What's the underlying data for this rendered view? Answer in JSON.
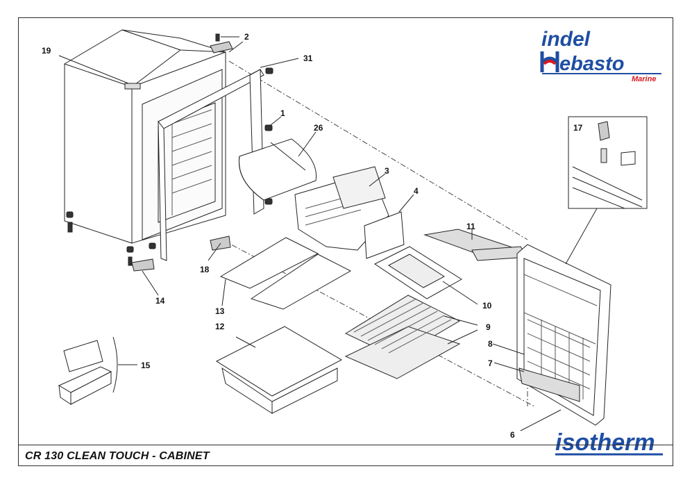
{
  "title": "CR 130 CLEAN TOUCH - CABINET",
  "logos": {
    "indel_webasto": {
      "line1": "indel",
      "line2": "ebasto",
      "sub": "Marine",
      "blue": "#1f4ea3",
      "red": "#d71920"
    },
    "isotherm": {
      "text": "isotherm",
      "blue": "#1f4ea3"
    }
  },
  "callouts": [
    {
      "id": "c2",
      "text": "2"
    },
    {
      "id": "c19",
      "text": "19"
    },
    {
      "id": "c31",
      "text": "31"
    },
    {
      "id": "c1",
      "text": "1"
    },
    {
      "id": "c26",
      "text": "26"
    },
    {
      "id": "c3",
      "text": "3"
    },
    {
      "id": "c4",
      "text": "4"
    },
    {
      "id": "c17",
      "text": "17"
    },
    {
      "id": "c11",
      "text": "11"
    },
    {
      "id": "c18",
      "text": "18"
    },
    {
      "id": "c13",
      "text": "13"
    },
    {
      "id": "c14",
      "text": "14"
    },
    {
      "id": "c10",
      "text": "10"
    },
    {
      "id": "c12",
      "text": "12"
    },
    {
      "id": "c9",
      "text": "9"
    },
    {
      "id": "c8",
      "text": "8"
    },
    {
      "id": "c15",
      "text": "15"
    },
    {
      "id": "c7",
      "text": "7"
    },
    {
      "id": "c6",
      "text": "6"
    }
  ]
}
